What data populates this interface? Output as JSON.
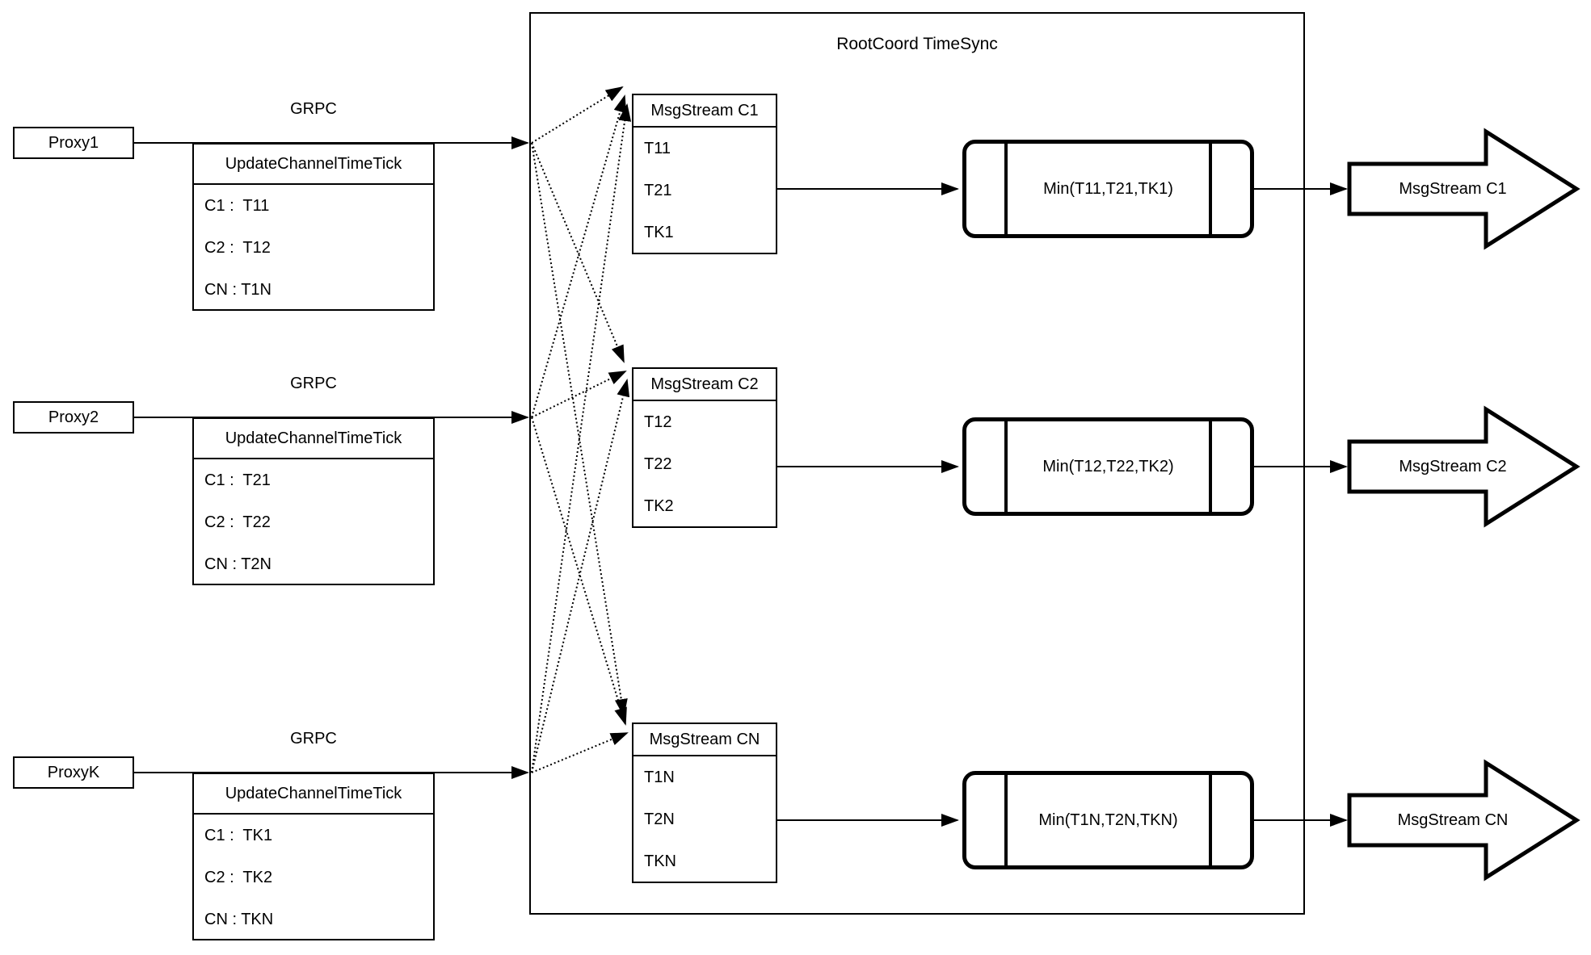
{
  "diagram": {
    "root_box": {
      "title": "RootCoord TimeSync"
    },
    "grpc_label": "GRPC",
    "proxies": [
      {
        "name": "Proxy1",
        "table_header": "UpdateChannelTimeTick",
        "rows": [
          "C1 :  T11",
          "C2 :  T12",
          "CN : T1N"
        ]
      },
      {
        "name": "Proxy2",
        "table_header": "UpdateChannelTimeTick",
        "rows": [
          "C1 :  T21",
          "C2 :  T22",
          "CN : T2N"
        ]
      },
      {
        "name": "ProxyK",
        "table_header": "UpdateChannelTimeTick",
        "rows": [
          "C1 :  TK1",
          "C2 :  TK2",
          "CN : TKN"
        ]
      }
    ],
    "streams": [
      {
        "table_header": "MsgStream C1",
        "rows": [
          "T11",
          "T21",
          "TK1"
        ],
        "min_label": "Min(T11,T21,TK1)",
        "out_label": "MsgStream C1"
      },
      {
        "table_header": "MsgStream C2",
        "rows": [
          "T12",
          "T22",
          "TK2"
        ],
        "min_label": "Min(T12,T22,TK2)",
        "out_label": "MsgStream C2"
      },
      {
        "table_header": "MsgStream CN",
        "rows": [
          "T1N",
          "T2N",
          "TKN"
        ],
        "min_label": "Min(T1N,T2N,TKN)",
        "out_label": "MsgStream CN"
      }
    ],
    "colors": {
      "stroke": "#000000",
      "background": "#ffffff"
    }
  }
}
